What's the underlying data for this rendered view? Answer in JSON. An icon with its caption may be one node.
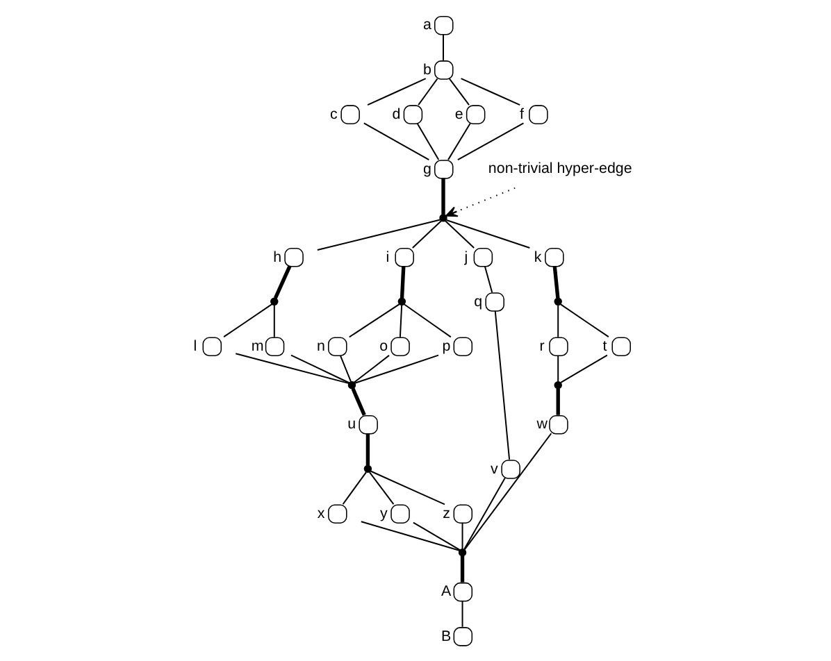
{
  "diagram": {
    "nodes": [
      {
        "text": [],
        "shape": "circle",
        "beside": [
          "a"
        ]
      },
      {
        "text": [],
        "shape": "circle",
        "beside": [
          "b"
        ]
      },
      {
        "text": [],
        "shape": "circle",
        "beside": [
          "c"
        ]
      },
      {
        "text": [],
        "shape": "circle",
        "beside": [
          "d"
        ]
      },
      {
        "text": [],
        "shape": "circle",
        "beside": [
          "e"
        ]
      },
      {
        "text": [],
        "shape": "circle",
        "beside": [
          "f"
        ]
      },
      {
        "text": [],
        "shape": "circle",
        "beside": [
          "g"
        ]
      },
      {
        "text": [
          "non-trivial hyper-edge"
        ]
      },
      {
        "text": [],
        "shape": "dot"
      },
      {
        "text": [],
        "shape": "circle",
        "beside": [
          "h"
        ]
      },
      {
        "text": [],
        "shape": "circle",
        "beside": [
          "i"
        ]
      },
      {
        "text": [],
        "shape": "circle",
        "beside": [
          "j"
        ]
      },
      {
        "text": [],
        "shape": "circle",
        "beside": [
          "k"
        ]
      },
      {
        "text": [],
        "shape": "dot"
      },
      {
        "text": [],
        "shape": "dot"
      },
      {
        "text": [],
        "shape": "dot"
      },
      {
        "text": [],
        "shape": "circle",
        "beside": [
          "l"
        ]
      },
      {
        "text": [],
        "shape": "circle",
        "beside": [
          "m"
        ]
      },
      {
        "text": [],
        "shape": "circle",
        "beside": [
          "n"
        ]
      },
      {
        "text": [],
        "shape": "circle",
        "beside": [
          "o"
        ]
      },
      {
        "text": [],
        "shape": "circle",
        "beside": [
          "p"
        ]
      },
      {
        "text": [],
        "shape": "circle",
        "beside": [
          "q"
        ]
      },
      {
        "text": [],
        "shape": "circle",
        "beside": [
          "r"
        ]
      },
      {
        "text": [],
        "shape": "circle",
        "beside": [
          "t"
        ]
      },
      {
        "text": [],
        "shape": "dot"
      },
      {
        "text": [],
        "shape": "dot"
      },
      {
        "text": [],
        "shape": "circle",
        "beside": [
          "u"
        ]
      },
      {
        "text": [],
        "shape": "circle",
        "beside": [
          "v"
        ]
      },
      {
        "text": [],
        "shape": "circle",
        "beside": [
          "w"
        ]
      },
      {
        "text": [],
        "shape": "dot"
      },
      {
        "text": [],
        "shape": "circle",
        "beside": [
          "x"
        ]
      },
      {
        "text": [],
        "shape": "circle",
        "beside": [
          "y"
        ]
      },
      {
        "text": [],
        "shape": "circle",
        "beside": [
          "z"
        ]
      },
      {
        "text": [],
        "shape": "dot"
      },
      {
        "text": [],
        "shape": "circle",
        "beside": [
          "A"
        ]
      },
      {
        "text": [],
        "shape": "circle",
        "beside": [
          "B"
        ]
      }
    ],
    "edges": [
      {
        "from": 0,
        "to": 1,
        "arrow": "none"
      },
      {
        "from": 1,
        "to": 2,
        "arrow": "none"
      },
      {
        "from": 1,
        "to": 3,
        "arrow": "none"
      },
      {
        "from": 1,
        "to": 4,
        "arrow": "none"
      },
      {
        "from": 1,
        "to": 5,
        "arrow": "none"
      },
      {
        "from": 2,
        "to": 6,
        "arrow": "none"
      },
      {
        "from": 3,
        "to": 6,
        "arrow": "none"
      },
      {
        "from": 4,
        "to": 6,
        "arrow": "none"
      },
      {
        "from": 5,
        "to": 6,
        "arrow": "none"
      },
      {
        "from": 7,
        "to": 8,
        "arrow": "to",
        "style": "dashed"
      },
      {
        "from": 6,
        "to": 8,
        "arrow": "none",
        "style": "thick"
      },
      {
        "from": 8,
        "to": 9,
        "arrow": "none"
      },
      {
        "from": 8,
        "to": 10,
        "arrow": "none"
      },
      {
        "from": 8,
        "to": 11,
        "arrow": "none"
      },
      {
        "from": 8,
        "to": 12,
        "arrow": "none"
      },
      {
        "from": 9,
        "to": 13,
        "arrow": "none",
        "style": "thick"
      },
      {
        "from": 10,
        "to": 14,
        "arrow": "none",
        "style": "thick"
      },
      {
        "from": 12,
        "to": 15,
        "arrow": "none",
        "style": "thick"
      },
      {
        "from": 13,
        "to": 16,
        "arrow": "none"
      },
      {
        "from": 13,
        "to": 17,
        "arrow": "none"
      },
      {
        "from": 14,
        "to": 18,
        "arrow": "none"
      },
      {
        "from": 14,
        "to": 19,
        "arrow": "none"
      },
      {
        "from": 14,
        "to": 20,
        "arrow": "none"
      },
      {
        "from": 11,
        "to": 21,
        "arrow": "none"
      },
      {
        "from": 15,
        "to": 22,
        "arrow": "none"
      },
      {
        "from": 15,
        "to": 23,
        "arrow": "none"
      },
      {
        "from": 16,
        "to": 25,
        "arrow": "none"
      },
      {
        "from": 17,
        "to": 25,
        "arrow": "none"
      },
      {
        "from": 18,
        "to": 25,
        "arrow": "none"
      },
      {
        "from": 19,
        "to": 25,
        "arrow": "none"
      },
      {
        "from": 20,
        "to": 25,
        "arrow": "none"
      },
      {
        "from": 22,
        "to": 24,
        "arrow": "none"
      },
      {
        "from": 23,
        "to": 24,
        "arrow": "none"
      },
      {
        "from": 25,
        "to": 26,
        "arrow": "none",
        "style": "thick"
      },
      {
        "from": 21,
        "to": 27,
        "arrow": "none"
      },
      {
        "from": 24,
        "to": 28,
        "arrow": "none",
        "style": "thick"
      },
      {
        "from": 26,
        "to": 29,
        "arrow": "none",
        "style": "thick"
      },
      {
        "from": 29,
        "to": 30,
        "arrow": "none"
      },
      {
        "from": 29,
        "to": 31,
        "arrow": "none"
      },
      {
        "from": 29,
        "to": 32,
        "arrow": "none"
      },
      {
        "from": 30,
        "to": 33,
        "arrow": "none"
      },
      {
        "from": 31,
        "to": 33,
        "arrow": "none"
      },
      {
        "from": 32,
        "to": 33,
        "arrow": "none"
      },
      {
        "from": 27,
        "to": 33,
        "arrow": "none"
      },
      {
        "from": 28,
        "to": 33,
        "arrow": "none"
      },
      {
        "from": 33,
        "to": 34,
        "arrow": "none",
        "style": "thick"
      },
      {
        "from": 34,
        "to": 35,
        "arrow": "none"
      }
    ]
  }
}
